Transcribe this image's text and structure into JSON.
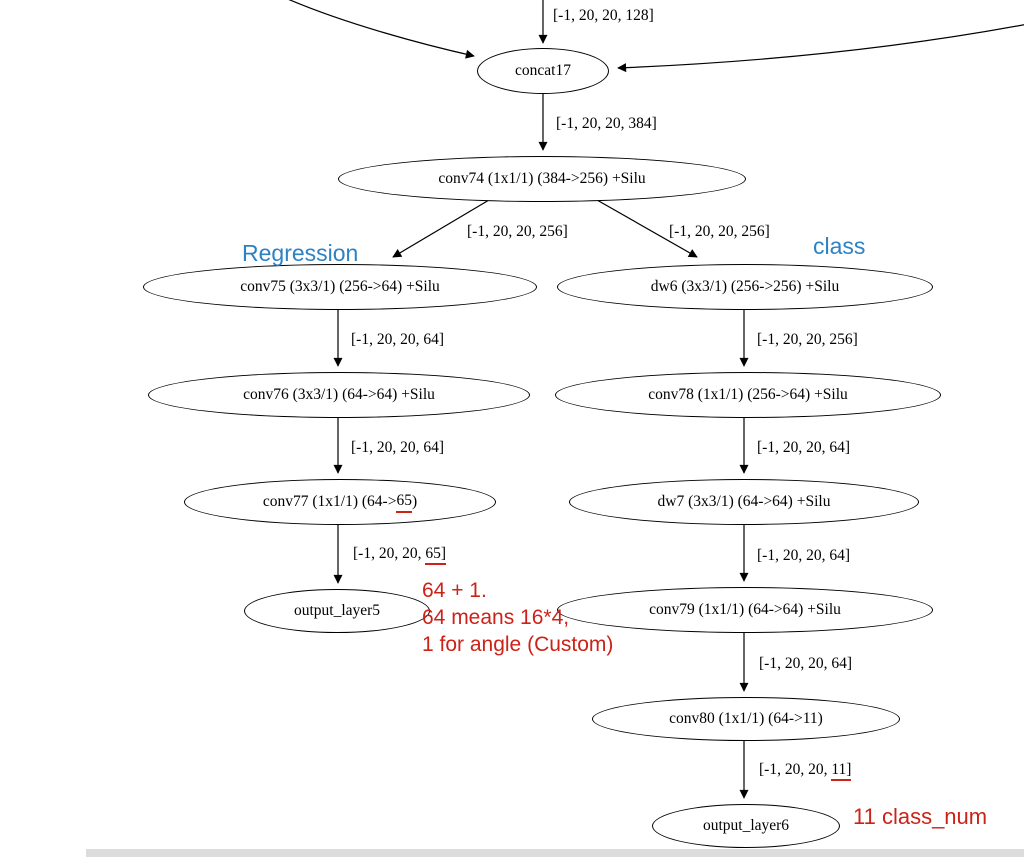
{
  "diagram": {
    "nodes": {
      "concat17": {
        "label": "concat17"
      },
      "conv74": {
        "label": "conv74 (1x1/1) (384->256) +Silu"
      },
      "conv75": {
        "label": "conv75 (3x3/1) (256->64) +Silu"
      },
      "dw6": {
        "label": "dw6 (3x3/1) (256->256) +Silu"
      },
      "conv76": {
        "label": "conv76 (3x3/1) (64->64) +Silu"
      },
      "conv78": {
        "label": "conv78 (1x1/1) (256->64) +Silu"
      },
      "conv77": {
        "prefix": "conv77 (1x1/1) (64->",
        "underlined": "65",
        "suffix": ")"
      },
      "dw7": {
        "label": "dw7 (3x3/1) (64->64) +Silu"
      },
      "output_layer5": {
        "label": "output_layer5"
      },
      "conv79": {
        "label": "conv79 (1x1/1) (64->64) +Silu"
      },
      "conv80": {
        "label": "conv80 (1x1/1) (64->11)"
      },
      "output_layer6": {
        "label": "output_layer6"
      }
    },
    "edge_labels": {
      "into_concat17": "[-1, 20, 20, 128]",
      "concat17_conv74": "[-1, 20, 20, 384]",
      "conv74_conv75": "[-1, 20, 20, 256]",
      "conv74_dw6": "[-1, 20, 20, 256]",
      "conv75_conv76": "[-1, 20, 20, 64]",
      "dw6_conv78": "[-1, 20, 20, 256]",
      "conv76_conv77": "[-1, 20, 20, 64]",
      "conv78_dw7": "[-1, 20, 20, 64]",
      "conv77_output5": {
        "prefix": "[-1, 20, 20, ",
        "underlined": "65]"
      },
      "dw7_conv79": "[-1, 20, 20, 64]",
      "conv79_conv80": "[-1, 20, 20, 64]",
      "conv80_output6": {
        "prefix": "[-1, 20, 20, ",
        "underlined": "11]"
      }
    },
    "annotations": {
      "regression": "Regression",
      "class_branch": "class",
      "note_left_line1": "64 + 1.",
      "note_left_line2": "64 means 16*4,",
      "note_left_line3": "1 for angle (Custom)",
      "note_right": "11 class_num"
    },
    "colors": {
      "annotation_blue": "#2d82c4",
      "annotation_red": "#cc2218",
      "node_stroke": "#000000",
      "background": "#ffffff",
      "scrollbar": "#dcdcdc"
    }
  }
}
